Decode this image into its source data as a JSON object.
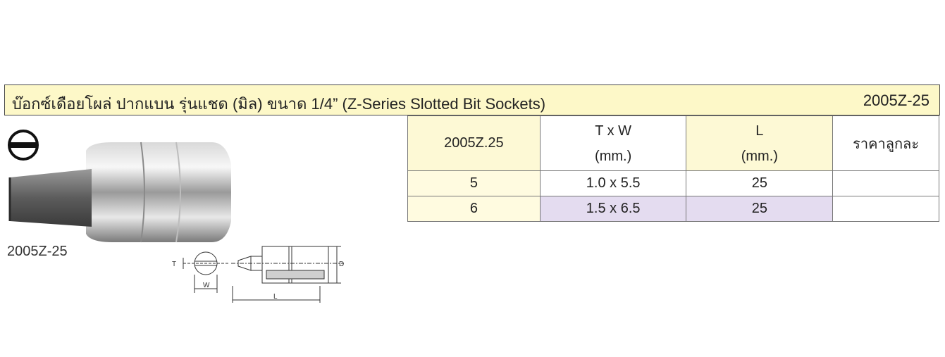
{
  "header": {
    "title": "บ๊อกซ์เดือยโผล่ ปากแบน รุ่นแชด (มิล) ขนาด 1/4” (Z-Series Slotted Bit Sockets)",
    "code": "2005Z-25"
  },
  "product": {
    "caption": "2005Z-25",
    "icon": "slotted-screwdriver-symbol-icon"
  },
  "drawing": {
    "labels": {
      "t": "T",
      "w": "W",
      "d": "D",
      "l": "L"
    }
  },
  "table": {
    "headers": [
      {
        "line1": "2005Z.25",
        "line2": ""
      },
      {
        "line1": "T x W",
        "line2": "(mm.)"
      },
      {
        "line1": "L",
        "line2": "(mm.)"
      },
      {
        "line1": "ราคาลูกละ",
        "line2": ""
      }
    ],
    "rows": [
      {
        "size": "5",
        "txw": "1.0 x 5.5",
        "l": "25",
        "price": ""
      },
      {
        "size": "6",
        "txw": "1.5 x 6.5",
        "l": "25",
        "price": ""
      }
    ]
  },
  "colors": {
    "header_bg": "#fdf8c8",
    "highlight_row": "#e4dcf0",
    "border": "#777777"
  }
}
